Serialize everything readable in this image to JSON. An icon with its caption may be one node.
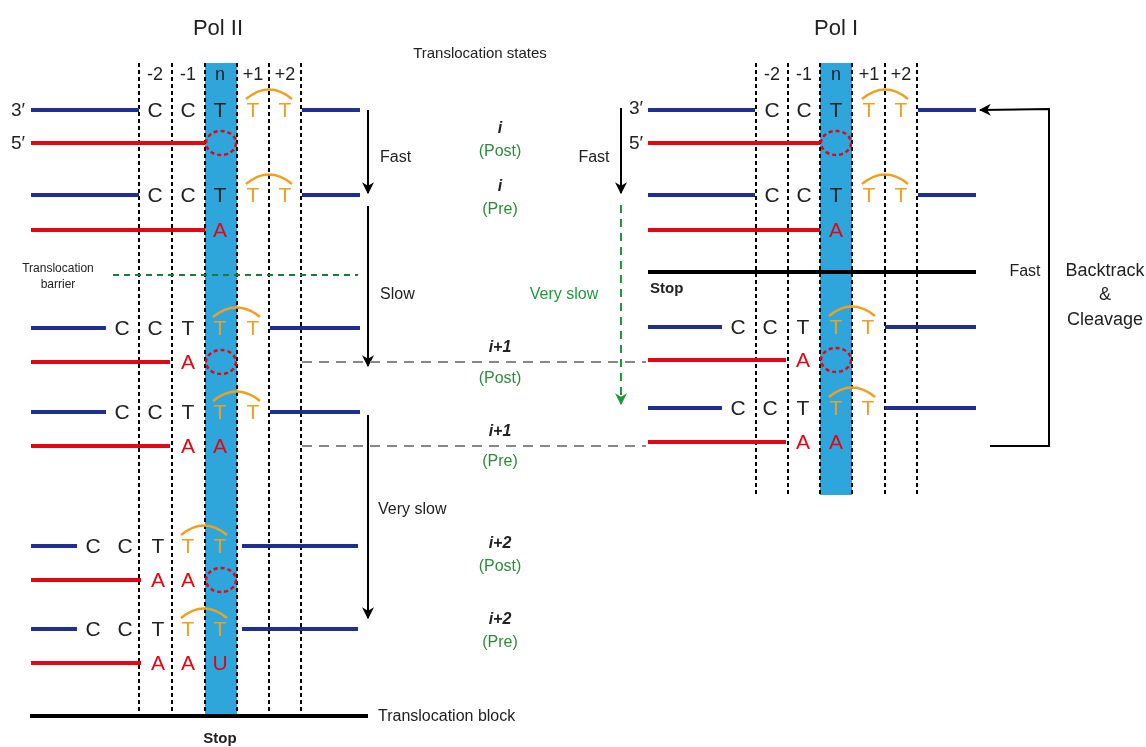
{
  "diagram": {
    "labels": [
      "Pol II",
      "Translocation states",
      "Pol I",
      "-2",
      "-1",
      "n",
      "+1",
      "+2",
      "-2",
      "-1",
      "n",
      "+1",
      "+2",
      "3′",
      "C",
      "C",
      "T",
      "T",
      "T",
      "5′",
      "C",
      "C",
      "T",
      "T",
      "T",
      "A",
      "Translocation barrier",
      "C",
      "C",
      "T",
      "T",
      "T",
      "A",
      "C",
      "C",
      "T",
      "T",
      "T",
      "A",
      "A",
      "C",
      "C",
      "T",
      "T",
      "T",
      "A",
      "A",
      "C",
      "C",
      "T",
      "T",
      "T",
      "A",
      "A",
      "U",
      "Translocation block",
      "Stop",
      "Fast",
      "Slow",
      "Very slow",
      "i",
      "(Post)",
      "i",
      "(Pre)",
      "i+1",
      "(Post)",
      "i+1",
      "(Pre)",
      "i+2",
      "(Post)",
      "i+2",
      "(Pre)",
      "3′",
      "C",
      "C",
      "T",
      "T",
      "T",
      "5′",
      "Fast",
      "C",
      "C",
      "T",
      "T",
      "T",
      "A",
      "Very slow",
      "Stop",
      "C",
      "C",
      "T",
      "T",
      "T",
      "A",
      "C",
      "C",
      "T",
      "T",
      "T",
      "A",
      "A",
      "Fast",
      "Backtrack & Cleavage"
    ]
  }
}
